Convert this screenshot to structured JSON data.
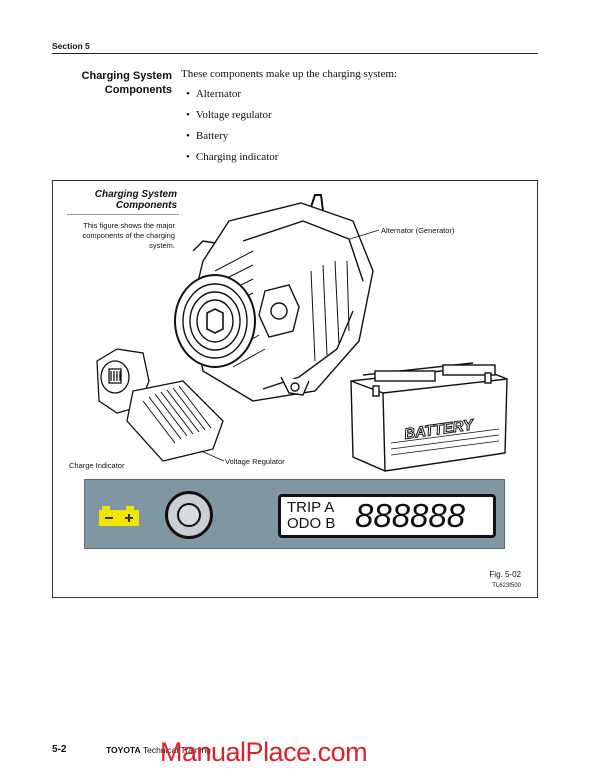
{
  "header": {
    "section": "Section 5"
  },
  "content": {
    "heading": "Charging System Components",
    "intro": "These components make up the charging system:",
    "bullets": [
      "Alternator",
      "Voltage regulator",
      "Battery",
      "Charging indicator"
    ]
  },
  "figure": {
    "title": "Charging System Components",
    "caption": "This figure shows the major components of the charging system.",
    "callouts": {
      "alternator": "Alternator (Generator)",
      "voltage_regulator": "Voltage Regulator",
      "charge_indicator": "Charge Indicator"
    },
    "battery_label": "BATTERY",
    "dash": {
      "row1": "TRIP A",
      "row2": "ODO B",
      "digits": "888888",
      "panel_color": "#7f97a2",
      "icon_color": "#f2e600"
    },
    "fig_number": "Fig. 5-02",
    "fig_code": "TL623f500"
  },
  "footer": {
    "page": "5-2",
    "brand": "TOYOTA",
    "brand_suffix": "Technical Training",
    "watermark": "ManualPlace.com"
  }
}
